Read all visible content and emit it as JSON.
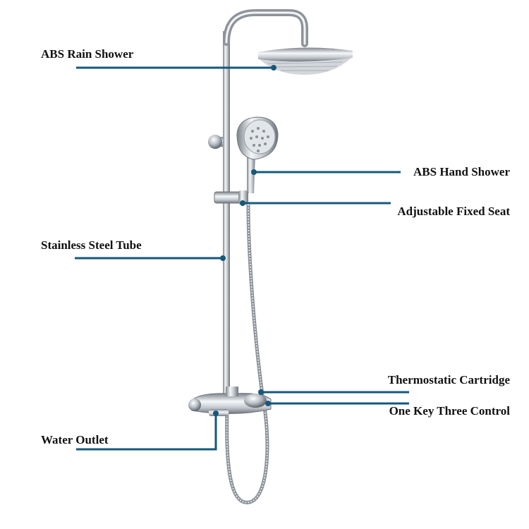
{
  "labels": {
    "rain_shower": "ABS Rain Shower",
    "hand_shower": "ABS Hand Shower",
    "fixed_seat": "Adjustable Fixed Seat",
    "steel_tube": "Stainless Steel Tube",
    "cartridge": "Thermostatic Cartridge",
    "key_control": "One Key Three Control",
    "water_outlet": "Water Outlet"
  },
  "colors": {
    "leader_line": "#16587a",
    "chrome_dark": "#8a8f96",
    "chrome_light": "#f4f6f8",
    "nozzle_face": "#d3d6da",
    "label_text": "#111111"
  }
}
